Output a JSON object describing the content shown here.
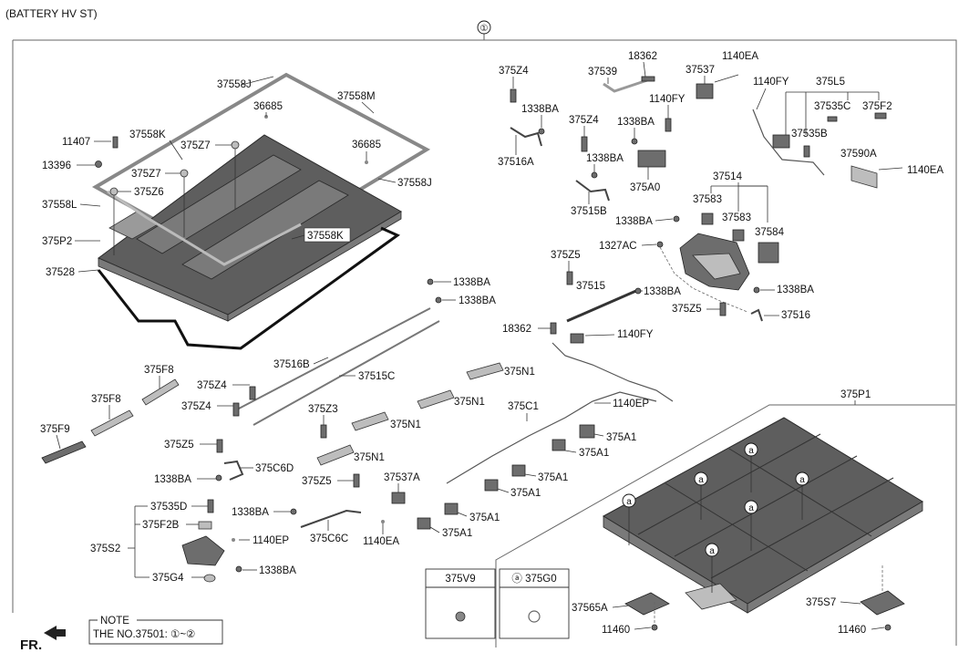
{
  "header": {
    "title": "(BATTERY HV ST)",
    "group_ref": "①"
  },
  "note": {
    "title": "NOTE",
    "text": "THE NO.37501: ①~②"
  },
  "fr": {
    "label": "FR."
  },
  "inset_boxes": {
    "box1": {
      "label": "375V9"
    },
    "box2": {
      "label": "ⓐ 375G0"
    }
  },
  "labels": {
    "l_37558J_a": "37558J",
    "l_37558M": "37558M",
    "l_36685_a": "36685",
    "l_11407": "11407",
    "l_37558K_a": "37558K",
    "l_375Z7_a": "375Z7",
    "l_36685_b": "36685",
    "l_13396": "13396",
    "l_375Z7_b": "375Z7",
    "l_37558J_b": "37558J",
    "l_375Z6": "375Z6",
    "l_37558L": "37558L",
    "l_375P2": "375P2",
    "l_37558K_b": "37558K",
    "l_37528": "37528",
    "l_375Z4_a": "375Z4",
    "l_1338BA_a": "1338BA",
    "l_37516A": "37516A",
    "l_37539": "37539",
    "l_18362_a": "18362",
    "l_37537": "37537",
    "l_1140EA_a": "1140EA",
    "l_1140FY_a": "1140FY",
    "l_375Z4_b": "375Z4",
    "l_1338BA_b": "1338BA",
    "l_1338BA_c": "1338BA",
    "l_375A0": "375A0",
    "l_37515B": "37515B",
    "l_1140FY_b": "1140FY",
    "l_375L5": "375L5",
    "l_37535C": "37535C",
    "l_375F2": "375F2",
    "l_37535B": "37535B",
    "l_37590A": "37590A",
    "l_1140EA_b": "1140EA",
    "l_37514": "37514",
    "l_37583_a": "37583",
    "l_37583_b": "37583",
    "l_37584": "37584",
    "l_1338BA_d": "1338BA",
    "l_1327AC": "1327AC",
    "l_375Z5_a": "375Z5",
    "l_37515": "37515",
    "l_1338BA_e": "1338BA",
    "l_1338BA_f": "1338BA",
    "l_375Z5_b": "375Z5",
    "l_37516": "37516",
    "l_18362_b": "18362",
    "l_1140FY_c": "1140FY",
    "l_1338BA_g": "1338BA",
    "l_1338BA_h": "1338BA",
    "l_37516B": "37516B",
    "l_37515C": "37515C",
    "l_375N1_a": "375N1",
    "l_375N1_b": "375N1",
    "l_375N1_c": "375N1",
    "l_375N1_d": "375N1",
    "l_375F8_a": "375F8",
    "l_375F8_b": "375F8",
    "l_375F9": "375F9",
    "l_375Z4_c": "375Z4",
    "l_375Z4_d": "375Z4",
    "l_375Z3": "375Z3",
    "l_375Z5_c": "375Z5",
    "l_375C6D": "375C6D",
    "l_1338BA_i": "1338BA",
    "l_375Z5_d": "375Z5",
    "l_375C1": "375C1",
    "l_1140EP_a": "1140EP",
    "l_375A1_a": "375A1",
    "l_375A1_b": "375A1",
    "l_375A1_c": "375A1",
    "l_375A1_d": "375A1",
    "l_375A1_e": "375A1",
    "l_375A1_f": "375A1",
    "l_37537A": "37537A",
    "l_1338BA_j": "1338BA",
    "l_375C6C": "375C6C",
    "l_1140EA_c": "1140EA",
    "l_37535D": "37535D",
    "l_375F2B": "375F2B",
    "l_375S2": "375S2",
    "l_1140EP_b": "1140EP",
    "l_375G4": "375G4",
    "l_1338BA_k": "1338BA",
    "l_375P1": "375P1",
    "l_37565A": "37565A",
    "l_11460_a": "11460",
    "l_375S7": "375S7",
    "l_11460_b": "11460"
  },
  "callout_letter": "a"
}
